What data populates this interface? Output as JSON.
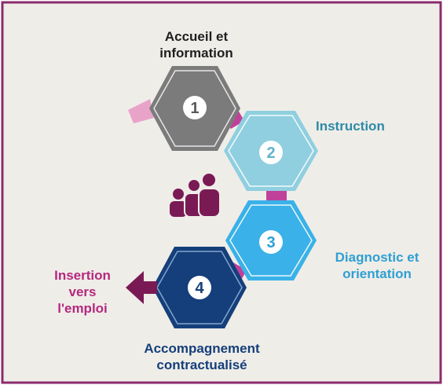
{
  "steps": [
    {
      "number": "1",
      "label": "Accueil et information",
      "line1": "Accueil et",
      "line2": "information",
      "color": "#7b7b7b",
      "label_color": "#1f1f1f"
    },
    {
      "number": "2",
      "label": "Instruction",
      "color": "#8fcfe0",
      "label_color": "#2e8aa6"
    },
    {
      "number": "3",
      "label": "Diagnostic et orientation",
      "line1": "Diagnostic et",
      "line2": "orientation",
      "color": "#3ab1e8",
      "label_color": "#2f9fd3"
    },
    {
      "number": "4",
      "label": "Accompagnement contractualisé",
      "line1": "Accompagnement",
      "line2": "contractualisé",
      "color": "#153f7a",
      "label_color": "#153f7a"
    }
  ],
  "outcome": {
    "line1": "Insertion",
    "line2": "vers",
    "line3": "l'emploi",
    "color": "#b5287f"
  },
  "icons": {
    "people": "people-group-icon",
    "arrow": "arrow-left-icon"
  },
  "colors": {
    "background": "#efede8",
    "border": "#8b2b6e",
    "connector": "#c0419a",
    "connector_light": "#e9a3c9",
    "accent": "#7a1a55"
  }
}
